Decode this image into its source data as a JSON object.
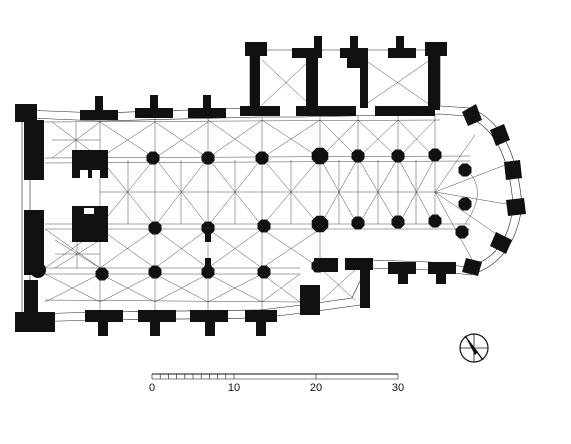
{
  "scale_bar": {
    "labels": [
      "0",
      "10",
      "20",
      "30"
    ]
  },
  "compass": {
    "icon": "north-arrow-icon"
  },
  "colors": {
    "ink": "#111111",
    "paper": "#ffffff"
  }
}
